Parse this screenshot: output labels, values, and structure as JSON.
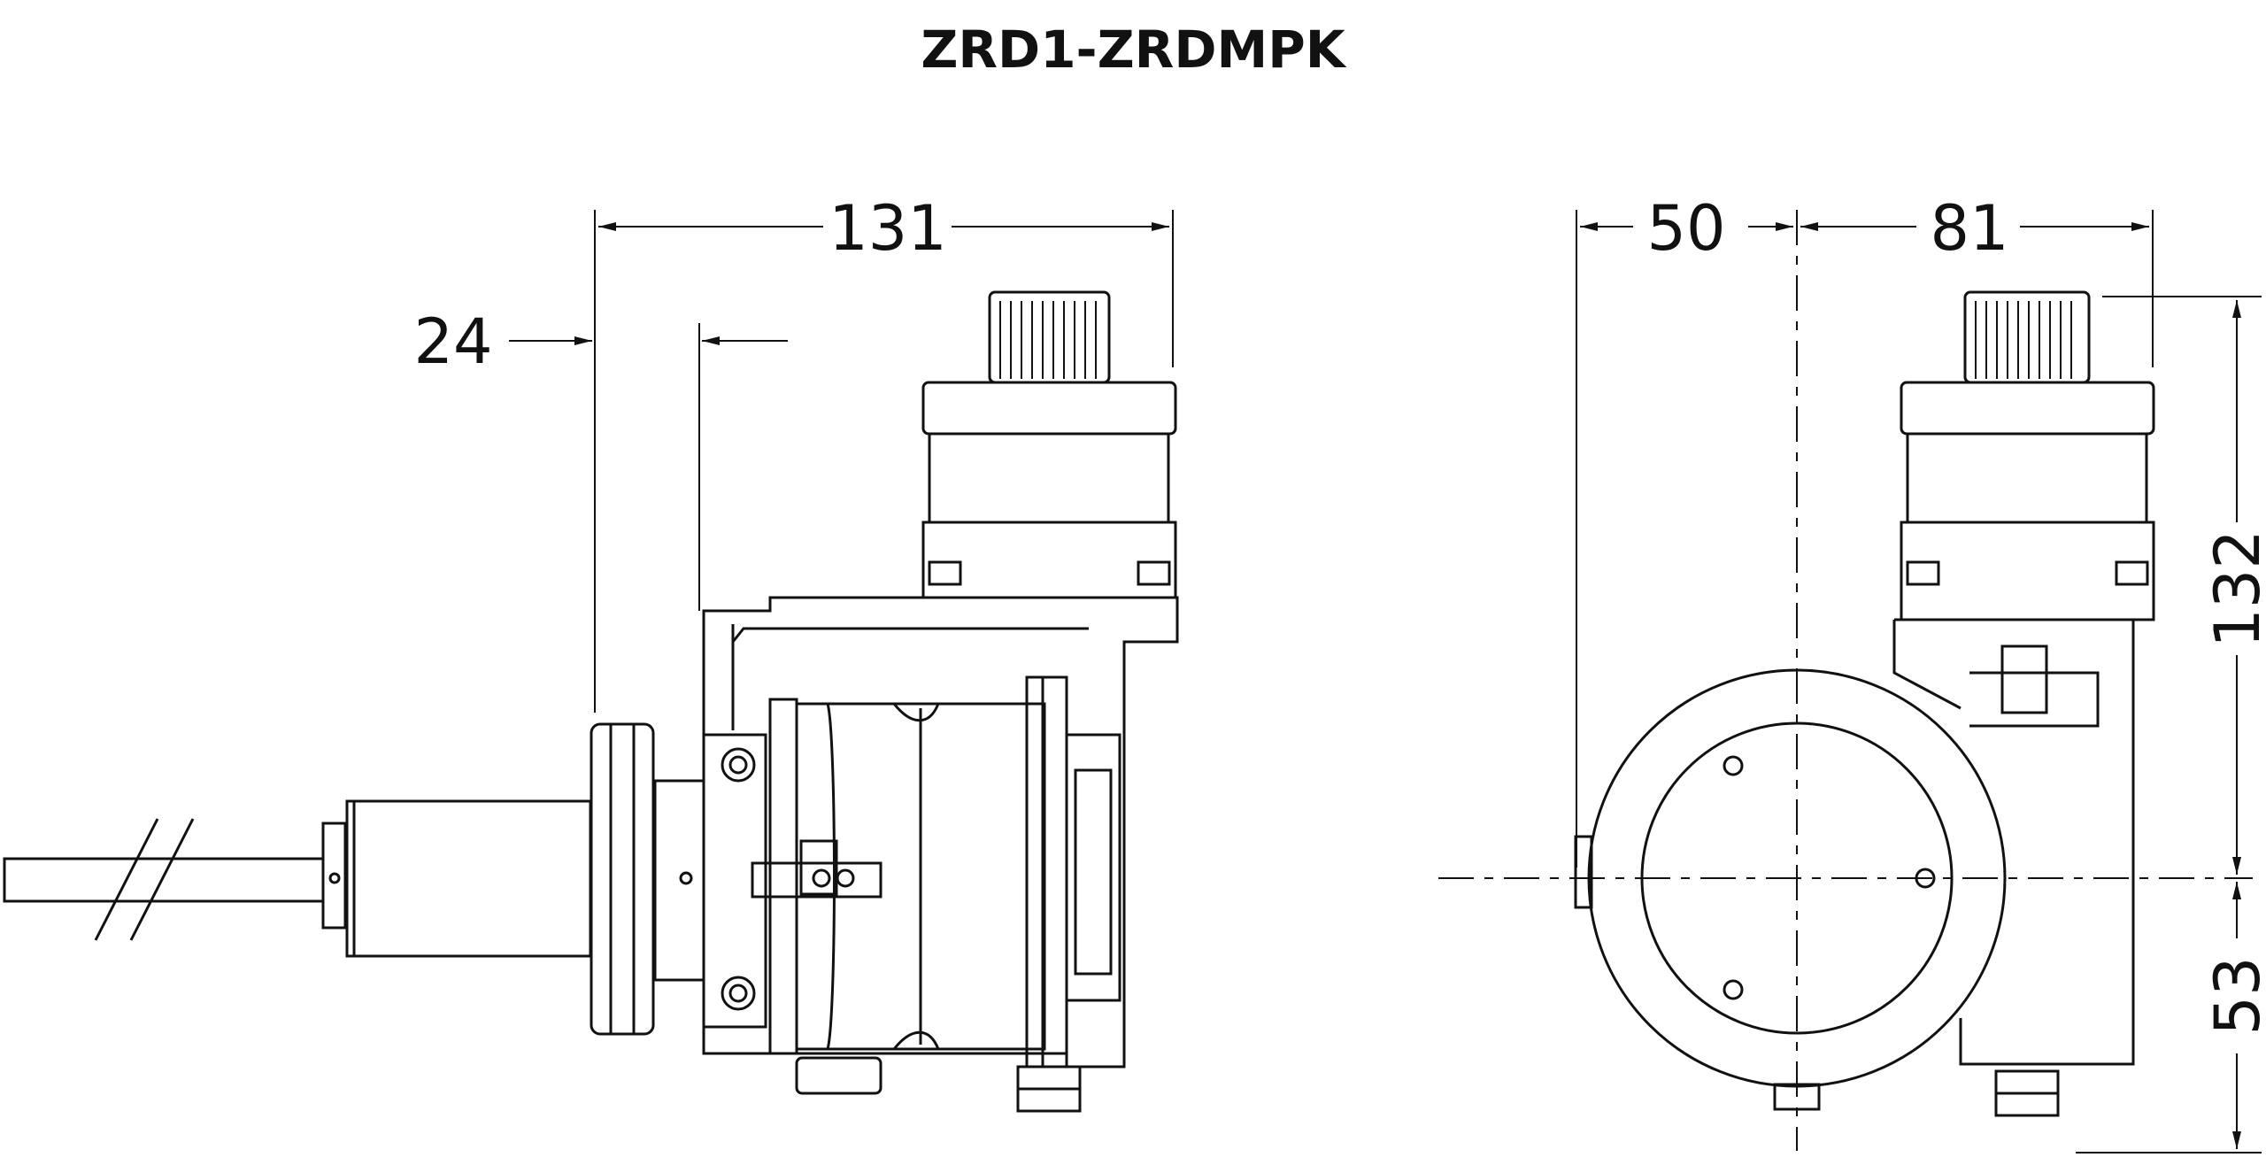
{
  "title": "ZRD1-ZRDMPK",
  "dimensions": {
    "side_width": "131",
    "side_offset": "24",
    "front_left": "50",
    "front_right": "81",
    "front_height": "132",
    "front_lower": "53"
  }
}
